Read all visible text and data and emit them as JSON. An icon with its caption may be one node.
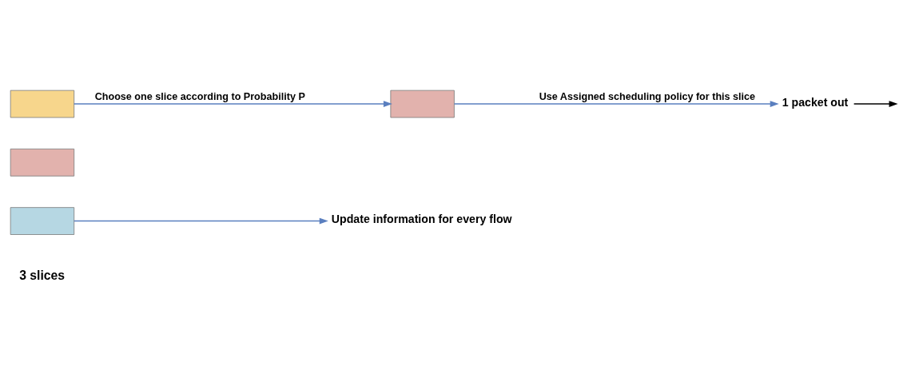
{
  "diagram": {
    "nodes": [
      {
        "text": [],
        "shape": "box"
      },
      {
        "text": [],
        "shape": "box"
      },
      {
        "text": [],
        "shape": "box"
      },
      {
        "text": [],
        "shape": "box"
      },
      {
        "text": [
          "1 packet out"
        ]
      },
      {
        "text": [
          "Update information for every flow"
        ]
      }
    ],
    "edges": [
      {
        "from": 0,
        "to": 3,
        "arrow": "to",
        "label": "Choose one slice according to Probability P",
        "color": "#5a7fbf"
      },
      {
        "from": 3,
        "to": 4,
        "arrow": "to",
        "label": "Use Assigned scheduling policy for this slice",
        "color": "#5a7fbf"
      },
      {
        "from": 4,
        "to": null,
        "arrow": "to",
        "color": "#000000"
      },
      {
        "from": 2,
        "to": 5,
        "arrow": "to",
        "color": "#5a7fbf"
      }
    ],
    "labels": [
      "3 slices"
    ]
  }
}
